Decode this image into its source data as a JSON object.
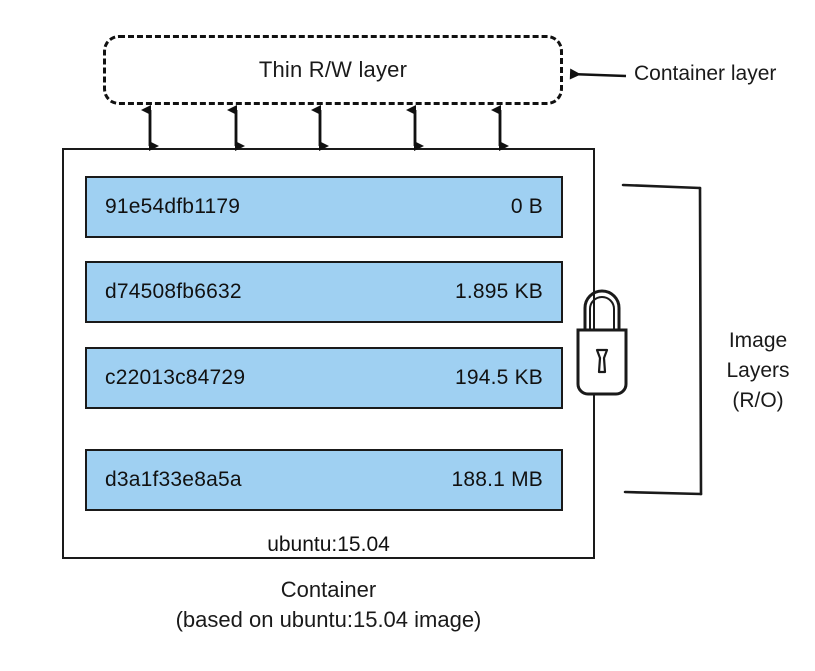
{
  "diagram": {
    "title_note": "Docker container and image layers diagram",
    "rw_layer": {
      "label": "Thin R/W layer",
      "style": "dashed-rounded"
    },
    "callouts": {
      "container_layer": "Container layer",
      "image_layers": "Image\nLayers\n(R/O)",
      "image_layers_lines": [
        "Image",
        "Layers",
        "(R/O)"
      ]
    },
    "container": {
      "image_tag": "ubuntu:15.04",
      "caption_lines": [
        "Container",
        "(based on ubuntu:15.04 image)"
      ]
    },
    "layers": [
      {
        "id": "91e54dfb1179",
        "size": "0 B"
      },
      {
        "id": "d74508fb6632",
        "size": "1.895 KB"
      },
      {
        "id": "c22013c84729",
        "size": "194.5 KB"
      },
      {
        "id": "d3a1f33e8a5a",
        "size": "188.1 MB"
      }
    ],
    "icons": {
      "lock": "lock-icon",
      "arrows": "double-headed-arrow",
      "bracket": "right-brace-bracket"
    },
    "colors": {
      "layer_fill": "#9FD0F2",
      "stroke": "#1a1a1a",
      "background": "#ffffff"
    }
  }
}
